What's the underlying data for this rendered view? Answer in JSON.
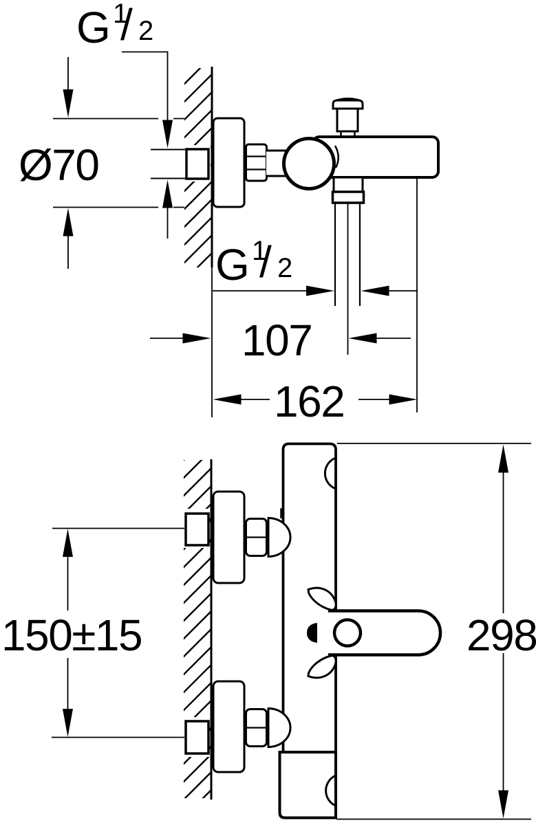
{
  "colors": {
    "background": "#ffffff",
    "line": "#000000"
  },
  "drawing": {
    "type": "technical dimension drawing",
    "views": {
      "side": {
        "labels": {
          "inlet_thread": {
            "label": "G 1/2",
            "prefix": "G",
            "numerator": "1",
            "slash": "/",
            "denominator": "2"
          },
          "escutcheon_diameter": "Ø70",
          "outlet_thread": {
            "label": "G 1/2",
            "prefix": "G",
            "numerator": "1",
            "slash": "/",
            "denominator": "2"
          },
          "wall_to_shower_outlet": "107",
          "wall_to_spout_end": "162"
        }
      },
      "front": {
        "labels": {
          "connection_spacing": "150±15",
          "overall_height": "298"
        }
      }
    }
  }
}
